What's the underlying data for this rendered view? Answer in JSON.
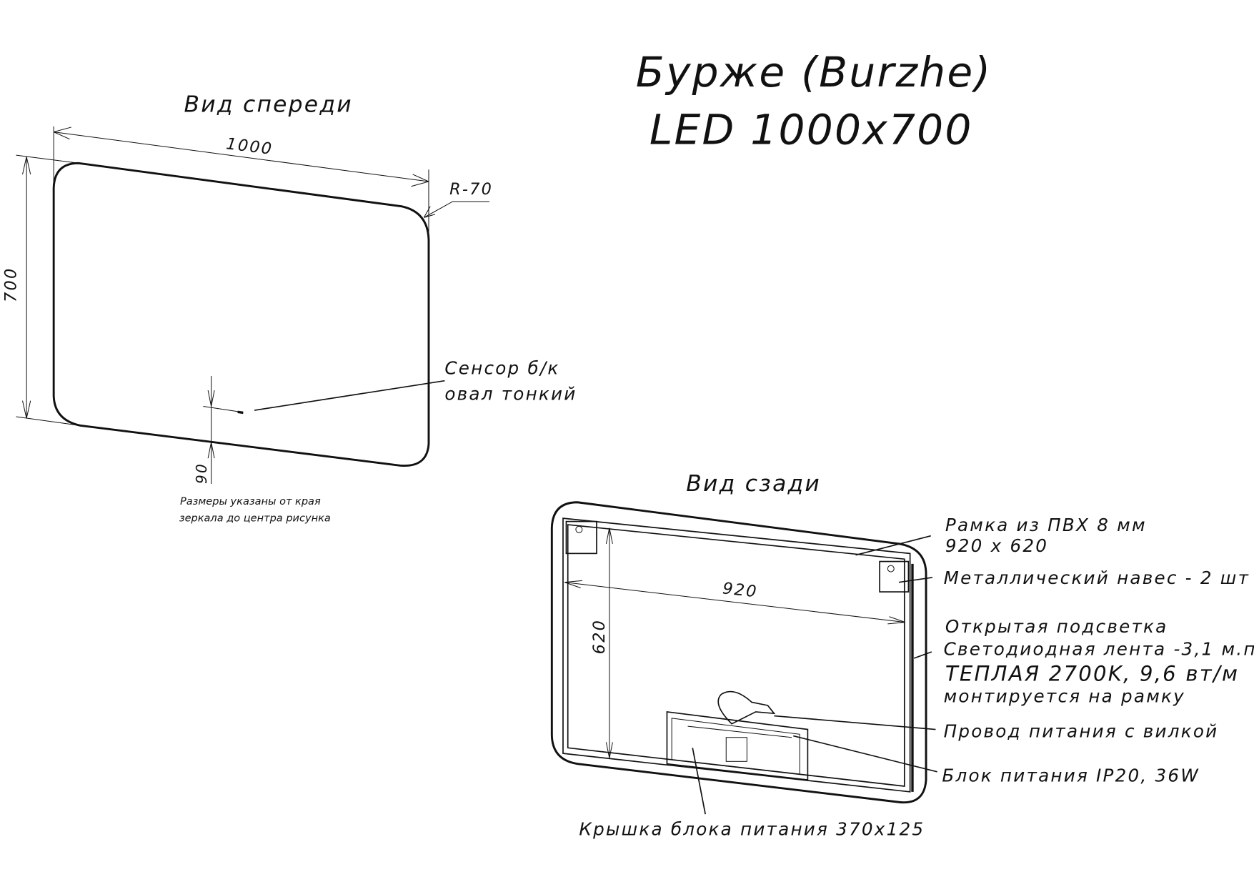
{
  "title": {
    "line1": "Бурже (Burzhe)",
    "line2": "LED 1000x700"
  },
  "front_view": {
    "label": "Вид спереди",
    "width_dim": "1000",
    "height_dim": "700",
    "radius_dim": "R-70",
    "sensor_offset_dim": "90",
    "sensor_callout": {
      "line1": "Сенсор б/к",
      "line2": "овал тонкий"
    },
    "note": {
      "line1": "Размеры указаны от края",
      "line2": "зеркала до центра рисунка"
    }
  },
  "back_view": {
    "label": "Вид сзади",
    "width_dim": "920",
    "height_dim": "620",
    "callouts": {
      "frame": {
        "line1": "Рамка из ПВХ 8 мм",
        "line2": "920 x 620"
      },
      "hanger": "Металлический навес - 2 шт",
      "led": {
        "line1": "Открытая подсветка",
        "line2": "Светодиодная лента -3,1 м.п.",
        "line3": "ТЕПЛАЯ 2700K, 9,6 вт/м",
        "line4": "монтируется на рамку"
      },
      "cable": "Провод питания с вилкой",
      "psu": "Блок питания IP20, 36W",
      "psu_cover": "Крышка блока питания 370x125"
    }
  }
}
